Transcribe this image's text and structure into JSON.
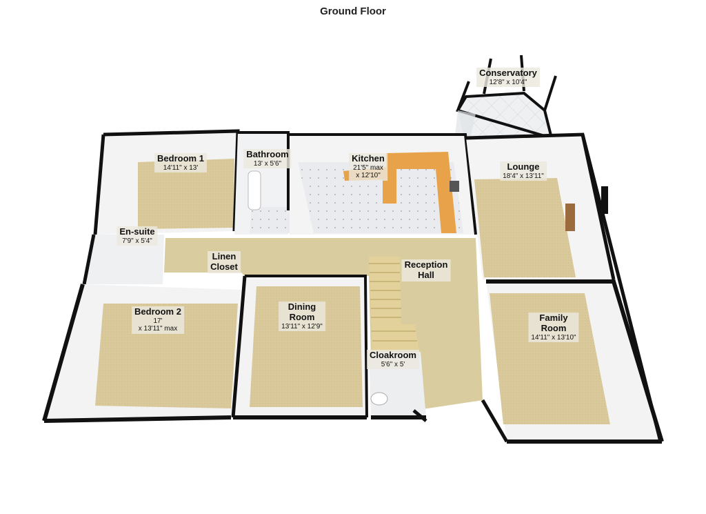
{
  "title": "Ground Floor",
  "rooms": {
    "conservatory": {
      "name": "Conservatory",
      "dims": "12'8\" x 10'4\""
    },
    "bedroom1": {
      "name": "Bedroom 1",
      "dims": "14'11\" x 13'"
    },
    "bathroom": {
      "name": "Bathroom",
      "dims": "13' x 5'6\""
    },
    "kitchen": {
      "name": "Kitchen",
      "dims": "21'5\" max",
      "dims2": "x 12'10\""
    },
    "lounge": {
      "name": "Lounge",
      "dims": "18'4\" x 13'11\""
    },
    "ensuite": {
      "name": "En-suite",
      "dims": "7'9\" x 5'4\""
    },
    "linen": {
      "name": "Linen",
      "name2": "Closet"
    },
    "reception": {
      "name": "Reception",
      "name2": "Hall"
    },
    "bedroom2": {
      "name": "Bedroom 2",
      "dims": "17'",
      "dims2": "x 13'11\" max"
    },
    "dining": {
      "name": "Dining",
      "name2": "Room",
      "dims": "13'11\" x 12'9\""
    },
    "family": {
      "name": "Family",
      "name2": "Room",
      "dims": "14'11\" x 13'10\""
    },
    "cloakroom": {
      "name": "Cloakroom",
      "dims": "5'6\" x 5'"
    }
  },
  "colors": {
    "wall_outline": "#111111",
    "wall_face": "#f4f4f4",
    "carpet": "#d8c89a",
    "tile": "#e7e9ec",
    "kitchen_counter": "#e8a24a",
    "hall_floor": "#d9cc9e"
  }
}
